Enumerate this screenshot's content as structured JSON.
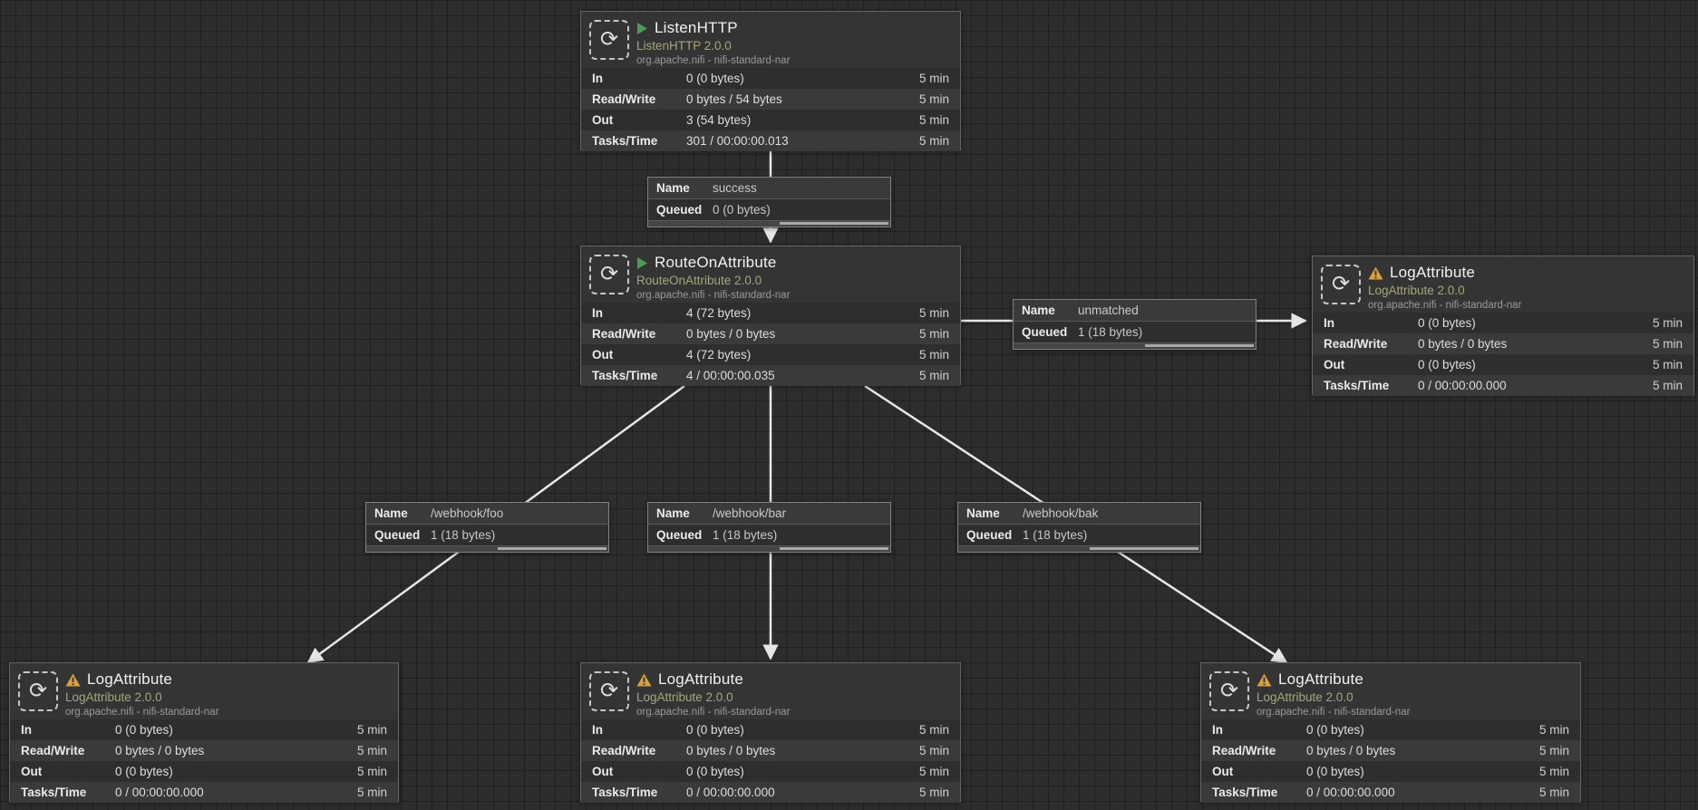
{
  "colors": {
    "canvas_background": "#2d2d2d",
    "running_green": "#4a9e52",
    "warning_amber": "#d8a13d",
    "processor_type_text": "#a6a67c",
    "connection_line": "#e6e6e6"
  },
  "labels": {
    "name_key": "Name",
    "queued_key": "Queued"
  },
  "processors": [
    {
      "name": "ListenHTTP",
      "type": "ListenHTTP 2.0.0",
      "bundle": "org.apache.nifi - nifi-standard-nar",
      "status": "running",
      "stats": [
        {
          "label": "In",
          "value": "0 (0 bytes)",
          "window": "5 min"
        },
        {
          "label": "Read/Write",
          "value": "0 bytes / 54 bytes",
          "window": "5 min"
        },
        {
          "label": "Out",
          "value": "3 (54 bytes)",
          "window": "5 min"
        },
        {
          "label": "Tasks/Time",
          "value": "301 / 00:00:00.013",
          "window": "5 min"
        }
      ]
    },
    {
      "name": "RouteOnAttribute",
      "type": "RouteOnAttribute 2.0.0",
      "bundle": "org.apache.nifi - nifi-standard-nar",
      "status": "running",
      "stats": [
        {
          "label": "In",
          "value": "4 (72 bytes)",
          "window": "5 min"
        },
        {
          "label": "Read/Write",
          "value": "0 bytes / 0 bytes",
          "window": "5 min"
        },
        {
          "label": "Out",
          "value": "4 (72 bytes)",
          "window": "5 min"
        },
        {
          "label": "Tasks/Time",
          "value": "4 / 00:00:00.035",
          "window": "5 min"
        }
      ]
    },
    {
      "name": "LogAttribute",
      "type": "LogAttribute 2.0.0",
      "bundle": "org.apache.nifi - nifi-standard-nar",
      "status": "warning",
      "stats": [
        {
          "label": "In",
          "value": "0 (0 bytes)",
          "window": "5 min"
        },
        {
          "label": "Read/Write",
          "value": "0 bytes / 0 bytes",
          "window": "5 min"
        },
        {
          "label": "Out",
          "value": "0 (0 bytes)",
          "window": "5 min"
        },
        {
          "label": "Tasks/Time",
          "value": "0 / 00:00:00.000",
          "window": "5 min"
        }
      ]
    },
    {
      "name": "LogAttribute",
      "type": "LogAttribute 2.0.0",
      "bundle": "org.apache.nifi - nifi-standard-nar",
      "status": "warning",
      "stats": [
        {
          "label": "In",
          "value": "0 (0 bytes)",
          "window": "5 min"
        },
        {
          "label": "Read/Write",
          "value": "0 bytes / 0 bytes",
          "window": "5 min"
        },
        {
          "label": "Out",
          "value": "0 (0 bytes)",
          "window": "5 min"
        },
        {
          "label": "Tasks/Time",
          "value": "0 / 00:00:00.000",
          "window": "5 min"
        }
      ]
    },
    {
      "name": "LogAttribute",
      "type": "LogAttribute 2.0.0",
      "bundle": "org.apache.nifi - nifi-standard-nar",
      "status": "warning",
      "stats": [
        {
          "label": "In",
          "value": "0 (0 bytes)",
          "window": "5 min"
        },
        {
          "label": "Read/Write",
          "value": "0 bytes / 0 bytes",
          "window": "5 min"
        },
        {
          "label": "Out",
          "value": "0 (0 bytes)",
          "window": "5 min"
        },
        {
          "label": "Tasks/Time",
          "value": "0 / 00:00:00.000",
          "window": "5 min"
        }
      ]
    },
    {
      "name": "LogAttribute",
      "type": "LogAttribute 2.0.0",
      "bundle": "org.apache.nifi - nifi-standard-nar",
      "status": "warning",
      "stats": [
        {
          "label": "In",
          "value": "0 (0 bytes)",
          "window": "5 min"
        },
        {
          "label": "Read/Write",
          "value": "0 bytes / 0 bytes",
          "window": "5 min"
        },
        {
          "label": "Out",
          "value": "0 (0 bytes)",
          "window": "5 min"
        },
        {
          "label": "Tasks/Time",
          "value": "0 / 00:00:00.000",
          "window": "5 min"
        }
      ]
    }
  ],
  "connections": [
    {
      "name": "success",
      "queued": "0 (0 bytes)"
    },
    {
      "name": "unmatched",
      "queued": "1 (18 bytes)"
    },
    {
      "name": "/webhook/foo",
      "queued": "1 (18 bytes)"
    },
    {
      "name": "/webhook/bar",
      "queued": "1 (18 bytes)"
    },
    {
      "name": "/webhook/bak",
      "queued": "1 (18 bytes)"
    }
  ]
}
